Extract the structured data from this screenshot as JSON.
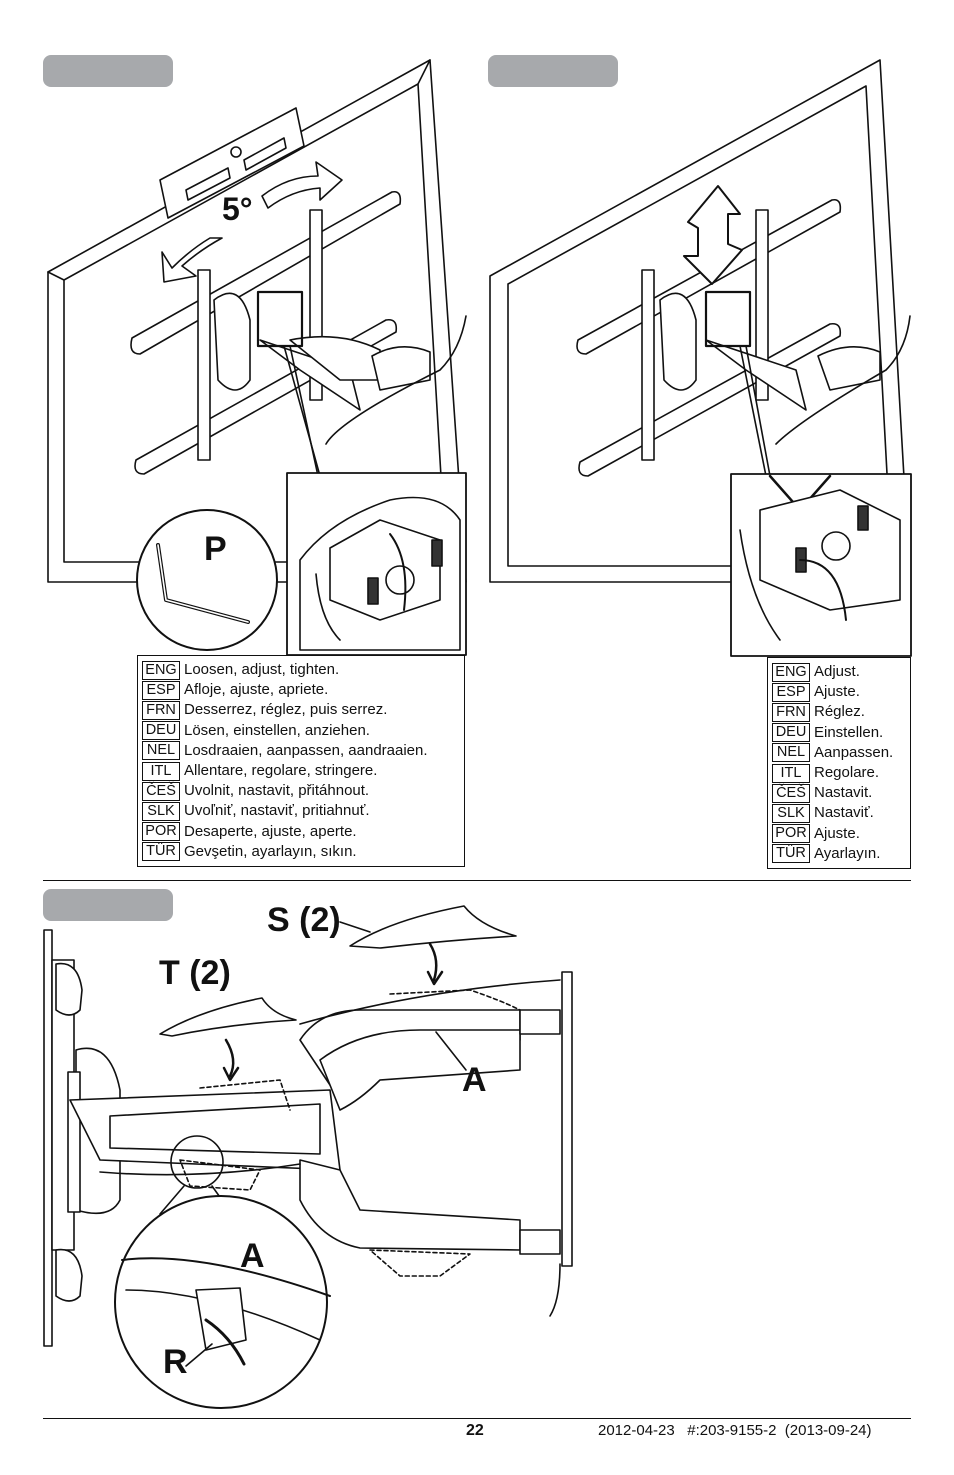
{
  "diagrams": {
    "step1_angle": "5°",
    "step1_part": "P",
    "step3_part_s": "S (2)",
    "step3_part_t": "T (2)",
    "step3_part_a": "A",
    "step3_detail_a": "A",
    "step3_detail_r": "R"
  },
  "instructions_left": [
    {
      "code": "ENG",
      "text": "Loosen, adjust, tighten."
    },
    {
      "code": "ESP",
      "text": "Afloje, ajuste, apriete."
    },
    {
      "code": "FRN",
      "text": "Desserrez, réglez, puis serrez."
    },
    {
      "code": "DEU",
      "text": "Lösen, einstellen, anziehen."
    },
    {
      "code": "NEL",
      "text": "Losdraaien, aanpassen, aandraaien."
    },
    {
      "code": "ITL",
      "text": "Allentare, regolare, stringere."
    },
    {
      "code": "ČEŠ",
      "text": "Uvolnit, nastavit, přitáhnout."
    },
    {
      "code": "SLK",
      "text": "Uvoľniť, nastaviť, pritiahnuť."
    },
    {
      "code": "POR",
      "text": "Desaperte, ajuste, aperte."
    },
    {
      "code": "TÜR",
      "text": "Gevşetin, ayarlayın, sıkın."
    }
  ],
  "instructions_right": [
    {
      "code": "ENG",
      "text": "Adjust."
    },
    {
      "code": "ESP",
      "text": "Ajuste."
    },
    {
      "code": "FRN",
      "text": "Réglez."
    },
    {
      "code": "DEU",
      "text": "Einstellen."
    },
    {
      "code": "NEL",
      "text": "Aanpassen."
    },
    {
      "code": "ITL",
      "text": "Regolare."
    },
    {
      "code": "ČEŠ",
      "text": "Nastavit."
    },
    {
      "code": "SLK",
      "text": "Nastaviť."
    },
    {
      "code": "POR",
      "text": "Ajuste."
    },
    {
      "code": "TÜR",
      "text": "Ayarlayın."
    }
  ],
  "footer": {
    "page_number": "22",
    "doc_info": "2012-04-23   #:203-9155-2  (2013-09-24)"
  }
}
